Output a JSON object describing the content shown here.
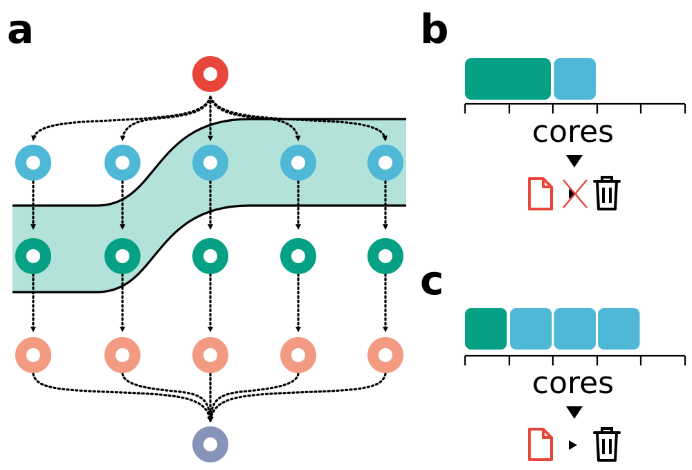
{
  "panels": {
    "a": {
      "letter": "a"
    },
    "b": {
      "letter": "b",
      "axis_label": "cores",
      "cores": [
        "green",
        "green",
        "blue"
      ],
      "transfer_cancelled": true
    },
    "c": {
      "letter": "c",
      "axis_label": "cores",
      "cores": [
        "green",
        "blue",
        "blue",
        "blue"
      ],
      "transfer_cancelled": false
    }
  },
  "colors": {
    "source": "#e8463a",
    "stage1": "#4eb8d6",
    "stage2": "#06a184",
    "stage3": "#f29b82",
    "sink": "#8793b8",
    "band": "#b3e2da",
    "core_green": "#06a184",
    "core_blue": "#4eb8d6",
    "file": "#e8463a",
    "cross": "#e8463a"
  },
  "icons": {
    "file": "file-icon",
    "trash": "trash-icon",
    "arrow": "play-arrow-icon",
    "down": "triangle-down-icon",
    "cross": "cross-icon"
  }
}
